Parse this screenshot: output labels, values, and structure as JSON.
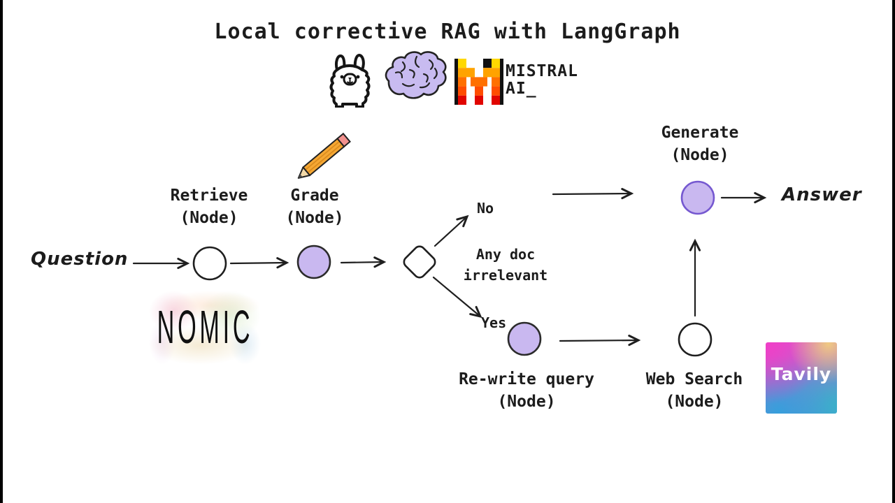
{
  "title": "Local corrective RAG with LangGraph",
  "header_logos": {
    "ollama_icon": "llama-doodle-icon",
    "brain_icon": "purple-brain-icon",
    "mistral_icon": "pixel-m-icon",
    "mistral_wordmark_line1": "MISTRAL",
    "mistral_wordmark_line2": "AI_"
  },
  "diagram": {
    "input_label": "Question",
    "output_label": "Answer",
    "nodes": {
      "retrieve": {
        "line1": "Retrieve",
        "line2": "(Node)"
      },
      "grade": {
        "line1": "Grade",
        "line2": "(Node)"
      },
      "generate": {
        "line1": "Generate",
        "line2": "(Node)"
      },
      "rewrite": {
        "line1": "Re-write query",
        "line2": "(Node)"
      },
      "websearch": {
        "line1": "Web Search",
        "line2": "(Node)"
      }
    },
    "decision": {
      "no_label": "No",
      "condition_line1": "Any doc",
      "condition_line2": "irrelevant",
      "yes_label": "Yes"
    },
    "icons": {
      "pencil_icon": "grade-pencil-icon"
    }
  },
  "logos": {
    "nomic": "NOMIC",
    "tavily": "Tavily"
  },
  "colors": {
    "node_purple_fill": "#c9b8f0",
    "node_purple_stroke": "#7558d0",
    "stroke_dark": "#1f1f1f",
    "brain_fill": "#c8bbf0",
    "pencil_orange": "#f5a733",
    "pencil_eraser": "#f2918e",
    "mistral_yellow": "#ffd800",
    "mistral_orange": "#ffa300",
    "mistral_deep_orange": "#ff7000",
    "mistral_orange_red": "#ff4d00",
    "mistral_red": "#e10500",
    "tavily_pink": "#f03ec7",
    "tavily_yellow": "#f2cf7d",
    "tavily_blue": "#34a0dc"
  }
}
